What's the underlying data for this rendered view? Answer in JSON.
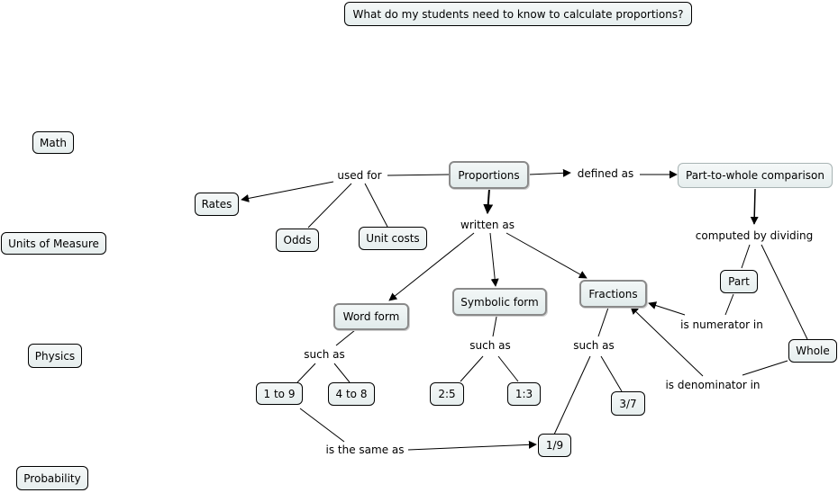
{
  "nodes": {
    "question": "What do my students need to know to calculate proportions?",
    "math": "Math",
    "units": "Units of Measure",
    "physics": "Physics",
    "probability": "Probability",
    "proportions": "Proportions",
    "rates": "Rates",
    "odds": "Odds",
    "unit_costs": "Unit costs",
    "part_to_whole": "Part-to-whole comparison",
    "word_form": "Word form",
    "symbolic_form": "Symbolic form",
    "fractions": "Fractions",
    "part": "Part",
    "whole": "Whole",
    "one_to_nine": "1 to 9",
    "four_to_eight": "4 to 8",
    "two_five": "2:5",
    "one_three": "1:3",
    "three_seven": "3/7",
    "one_ninth": "1/9"
  },
  "links": {
    "used_for": "used for",
    "defined_as": "defined as",
    "written_as": "written as",
    "computed_by_dividing": "computed by dividing",
    "such_as_word": "such as",
    "such_as_symbolic": "such as",
    "such_as_fractions": "such as",
    "is_numerator_in": "is numerator in",
    "is_denominator_in": "is denominator in",
    "is_the_same_as": "is the same as"
  },
  "colors": {
    "node_border": "#000000",
    "node_fill": "#eaf1f1",
    "emphasis_border": "#8a8a8a"
  }
}
